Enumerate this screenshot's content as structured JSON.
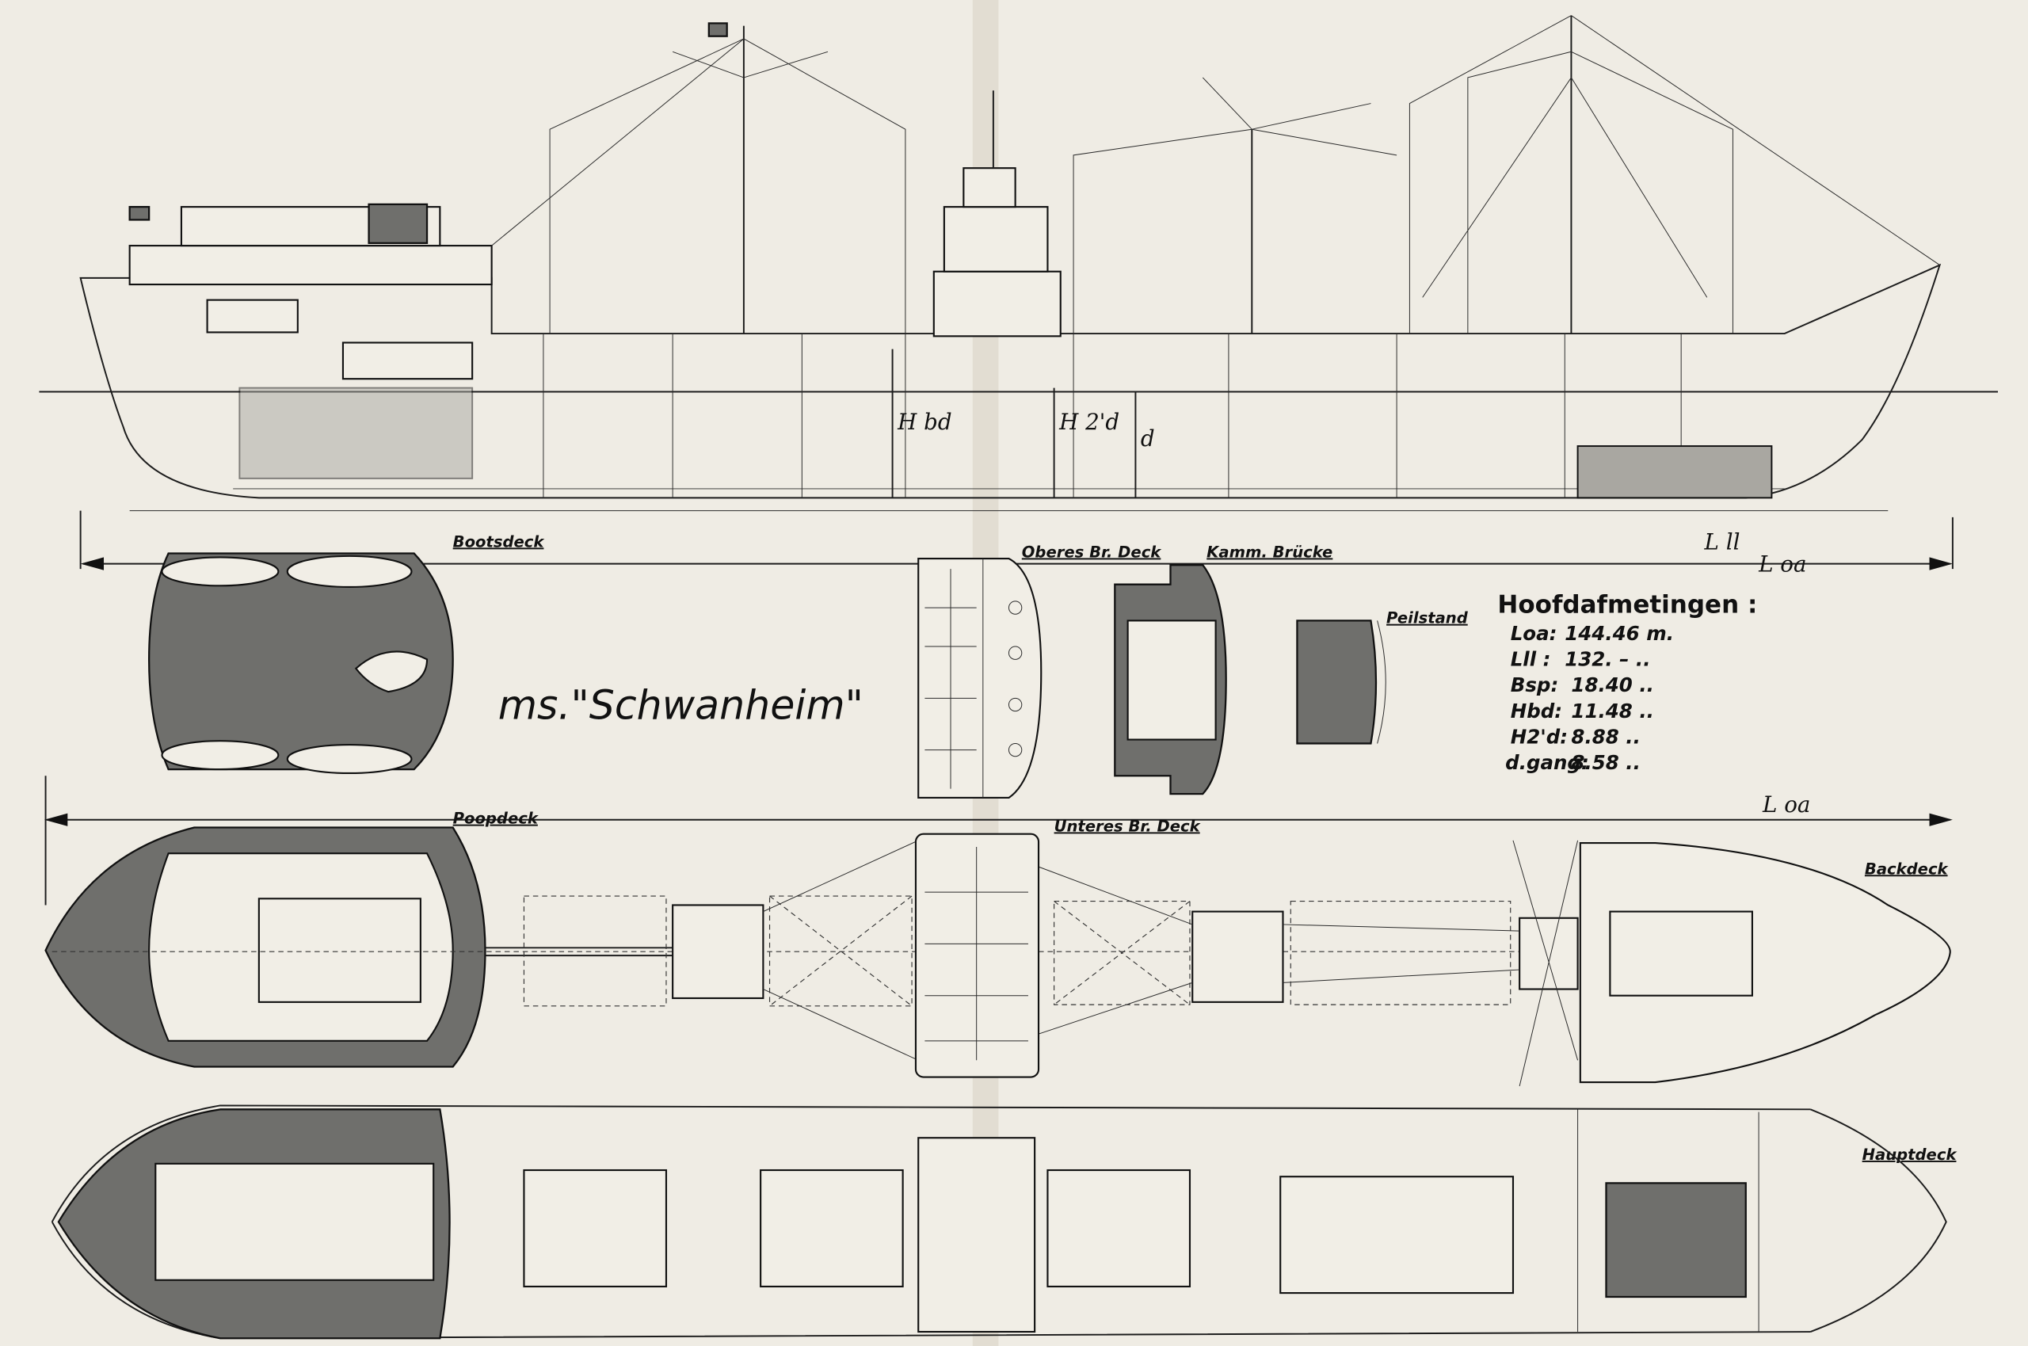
{
  "title": "ms.\"Schwanheim\"",
  "deck_labels": {
    "bootsdeck": "Bootsdeck",
    "oberes_br_deck": "Oberes Br. Deck",
    "kamm_brucke": "Kamm. Brücke",
    "peilstand": "Peilstand",
    "poopdeck": "Poopdeck",
    "unteres_br_deck": "Unteres Br. Deck",
    "backdeck": "Backdeck",
    "hauptdeck": "Hauptdeck"
  },
  "symbols": {
    "h_bd": "H bd",
    "h_2d": "H 2'd",
    "d": "d",
    "l_ll": "L ll",
    "l_oa": "L oa",
    "l_oa_2": "L oa"
  },
  "dimensions": {
    "heading": "Hoofdafmetingen :",
    "rows": [
      {
        "label": "Loa:",
        "value": "144.46 m."
      },
      {
        "label": "Lll :",
        "value": "132. –  .."
      },
      {
        "label": "Bsp:",
        "value": "18.40  .."
      },
      {
        "label": "Hbd:",
        "value": "11.48  .."
      },
      {
        "label": "H2'd:",
        "value": "8.88  .."
      },
      {
        "label": "d.gang:",
        "value": "8.58  .."
      }
    ]
  },
  "colors": {
    "paper": "#efece4",
    "ink": "#111111",
    "shade": "#6f6f6c"
  }
}
